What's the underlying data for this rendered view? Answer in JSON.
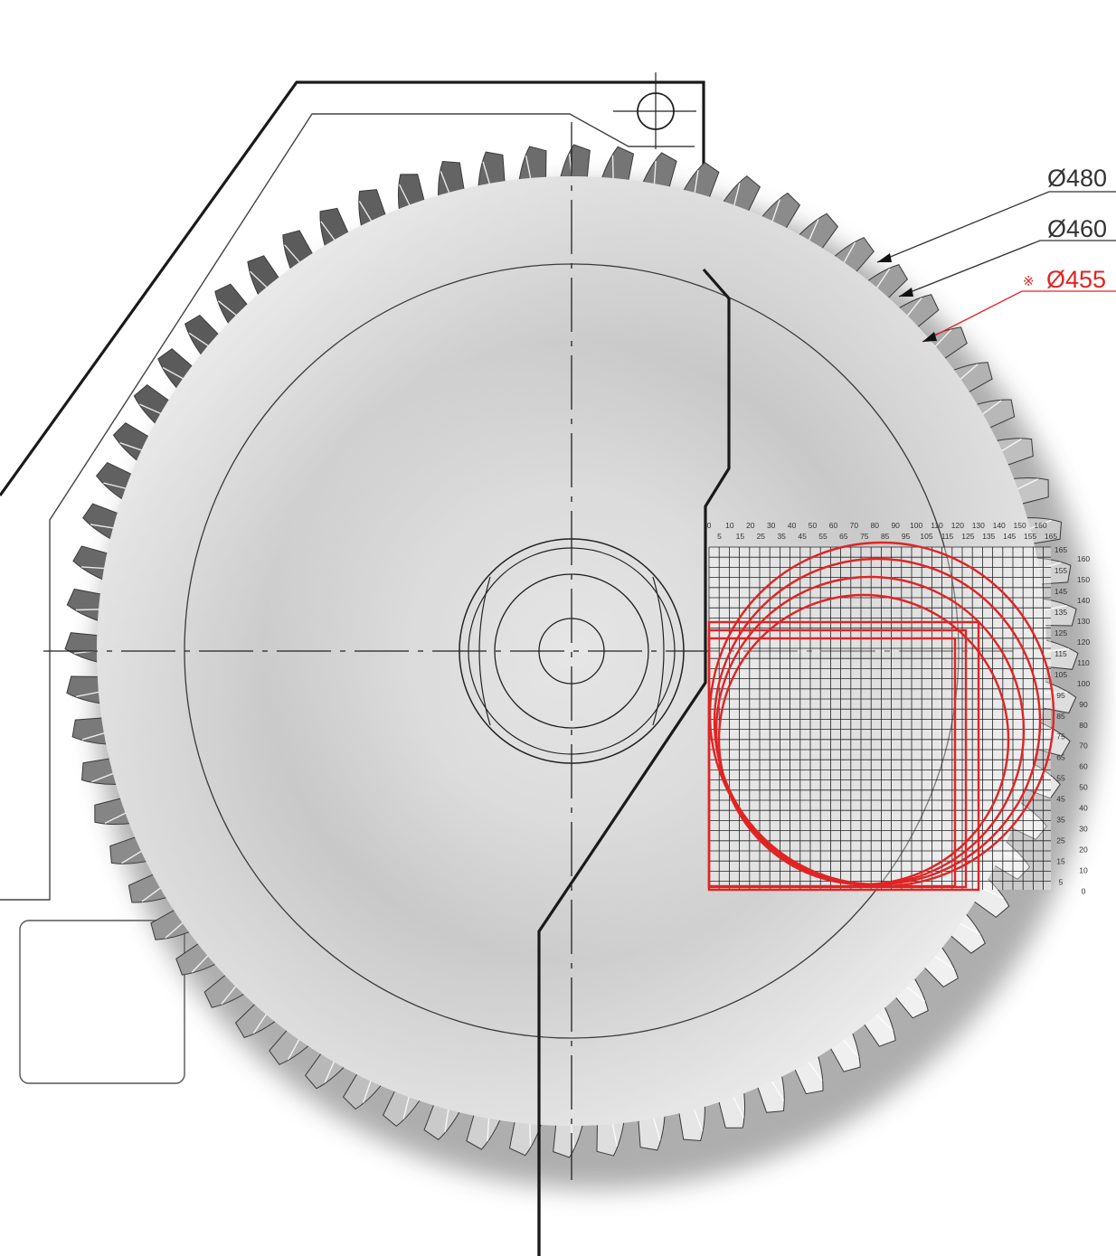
{
  "dimensions": [
    {
      "label": "Ø480",
      "prefix": "",
      "highlight": false
    },
    {
      "label": "Ø460",
      "prefix": "",
      "highlight": false
    },
    {
      "label": "Ø455",
      "prefix": "※",
      "highlight": true
    }
  ],
  "grid_scale": {
    "top_row_1": [
      "0",
      "10",
      "20",
      "30",
      "40",
      "50",
      "60",
      "70",
      "80",
      "90",
      "100",
      "110",
      "120",
      "130",
      "140",
      "150",
      "160"
    ],
    "top_row_2": [
      "5",
      "15",
      "25",
      "35",
      "45",
      "55",
      "65",
      "75",
      "85",
      "95",
      "105",
      "115",
      "125",
      "135",
      "145",
      "155",
      "165"
    ],
    "right_col_1": [
      "160",
      "150",
      "140",
      "130",
      "120",
      "110",
      "100",
      "90",
      "80",
      "70",
      "60",
      "50",
      "40",
      "30",
      "20",
      "10",
      "0"
    ],
    "right_col_2": [
      "165",
      "155",
      "145",
      "135",
      "125",
      "115",
      "105",
      "95",
      "85",
      "75",
      "65",
      "55",
      "45",
      "35",
      "25",
      "15",
      "5"
    ]
  },
  "colors": {
    "highlight": "#e02424",
    "line": "#222222",
    "blade_light": "#f4f4f4",
    "blade_dark": "#8d8d8d",
    "tooth_dark": "#3c3c3c",
    "tooth_light": "#d6d6d6",
    "grid": "#222222"
  },
  "icons": [
    "saw-blade-icon",
    "mounting-hole-icon"
  ]
}
